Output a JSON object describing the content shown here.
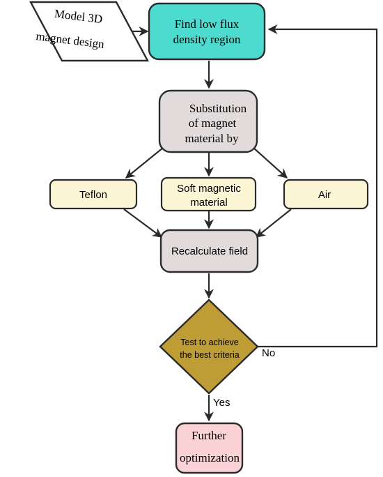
{
  "diagram": {
    "nodes": {
      "model_3d": {
        "line1": "Model 3D",
        "line2": "magnet design",
        "fill": "#ffffff"
      },
      "find_region": {
        "line1": "Find  low flux",
        "line2": "density region",
        "fill": "#4ddbcf"
      },
      "substitution": {
        "line1": "Substitution",
        "line2": "of magnet",
        "line3": "material by",
        "fill": "#e1dbdb"
      },
      "teflon": {
        "label": "Teflon",
        "fill": "#fdf6d6"
      },
      "soft_magnetic": {
        "line1": "Soft magnetic",
        "line2": "material",
        "fill": "#fdf6d6"
      },
      "air": {
        "label": "Air",
        "fill": "#fdf6d6"
      },
      "recalculate": {
        "label": "Recalculate field",
        "fill": "#e1dbdb"
      },
      "test_criteria": {
        "line1": "Test to achieve",
        "line2": "the best criteria",
        "fill": "#bf9d36"
      },
      "further_opt": {
        "line1": "Further",
        "line2": "optimization",
        "fill": "#fbd3d7"
      }
    },
    "edges": {
      "no_label": "No",
      "yes_label": "Yes"
    },
    "colors": {
      "stroke": "#2b2b2b"
    }
  }
}
